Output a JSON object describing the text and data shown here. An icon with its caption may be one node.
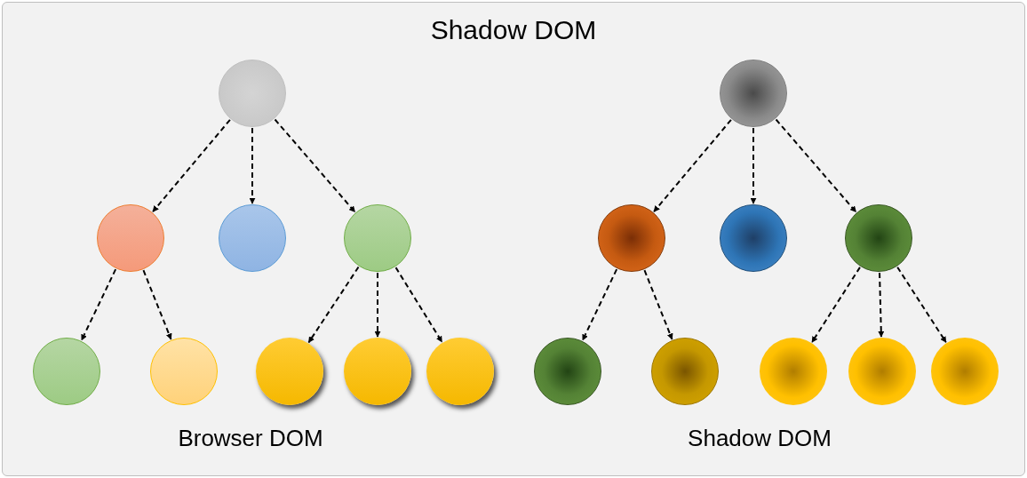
{
  "diagram": {
    "title": "Shadow DOM",
    "nodes": [
      {
        "text": [],
        "shape": "circle"
      },
      {
        "text": [],
        "shape": "circle"
      },
      {
        "text": [],
        "shape": "circle"
      },
      {
        "text": [],
        "shape": "circle"
      },
      {
        "text": [],
        "shape": "circle"
      },
      {
        "text": [],
        "shape": "circle"
      },
      {
        "text": [],
        "shape": "circle"
      },
      {
        "text": [],
        "shape": "circle"
      },
      {
        "text": [],
        "shape": "circle"
      },
      {
        "text": [],
        "shape": "circle"
      },
      {
        "text": [],
        "shape": "circle"
      },
      {
        "text": [],
        "shape": "circle"
      },
      {
        "text": [],
        "shape": "circle"
      },
      {
        "text": [],
        "shape": "circle"
      },
      {
        "text": [],
        "shape": "circle"
      },
      {
        "text": [],
        "shape": "circle"
      },
      {
        "text": [],
        "shape": "circle"
      },
      {
        "text": [],
        "shape": "circle"
      }
    ],
    "edges": [
      {
        "from": 0,
        "to": 2,
        "arrow": "to",
        "style": "dashed"
      },
      {
        "from": 0,
        "to": 3,
        "arrow": "to",
        "style": "dashed"
      },
      {
        "from": 0,
        "to": 4,
        "arrow": "to",
        "style": "dashed"
      },
      {
        "from": 1,
        "to": 5,
        "arrow": "to",
        "style": "dashed"
      },
      {
        "from": 1,
        "to": 6,
        "arrow": "to",
        "style": "dashed"
      },
      {
        "from": 1,
        "to": 7,
        "arrow": "to",
        "style": "dashed"
      },
      {
        "from": 2,
        "to": 8,
        "arrow": "to",
        "style": "dashed"
      },
      {
        "from": 2,
        "to": 9,
        "arrow": "to",
        "style": "dashed"
      },
      {
        "from": 4,
        "to": 10,
        "arrow": "to",
        "style": "dashed"
      },
      {
        "from": 4,
        "to": 11,
        "arrow": "to",
        "style": "dashed"
      },
      {
        "from": 4,
        "to": 12,
        "arrow": "to",
        "style": "dashed"
      },
      {
        "from": 5,
        "to": 13,
        "arrow": "to",
        "style": "dashed"
      },
      {
        "from": 5,
        "to": 14,
        "arrow": "to",
        "style": "dashed"
      },
      {
        "from": 7,
        "to": 15,
        "arrow": "to",
        "style": "dashed"
      },
      {
        "from": 7,
        "to": 16,
        "arrow": "to",
        "style": "dashed"
      },
      {
        "from": 7,
        "to": 17,
        "arrow": "to",
        "style": "dashed"
      }
    ],
    "labels": [
      "Browser DOM",
      "Shadow DOM"
    ]
  }
}
